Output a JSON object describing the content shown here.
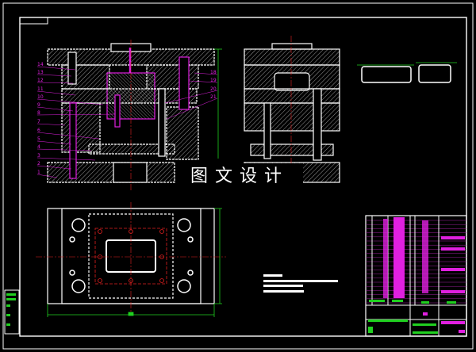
{
  "drawing": {
    "watermark": "图文设计",
    "left_part_labels": [
      "14",
      "13",
      "12",
      "11",
      "10",
      "9",
      "8",
      "7",
      "6",
      "5",
      "4",
      "3",
      "2",
      "1"
    ],
    "right_part_labels": [
      "18",
      "19",
      "20",
      "21"
    ],
    "colors": {
      "background": "#000000",
      "outline": "#ffffff",
      "leader": "#e020e0",
      "dimension": "#20d020",
      "centerline": "#e02020"
    }
  }
}
